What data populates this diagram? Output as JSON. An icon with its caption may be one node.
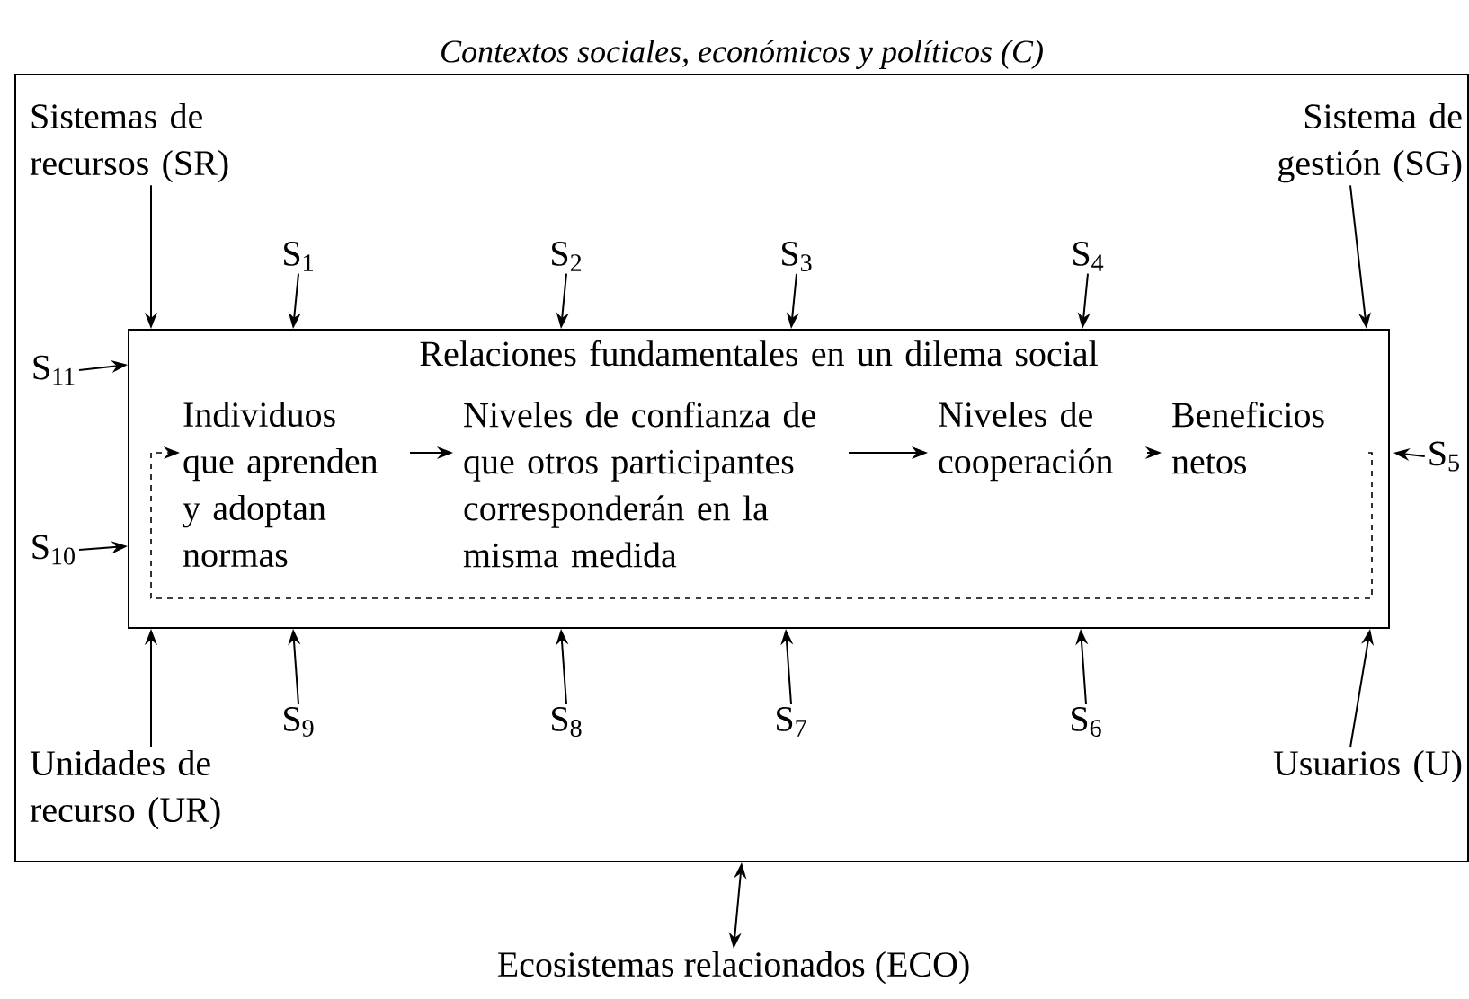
{
  "diagram": {
    "nodes": [
      {
        "text": [
          "Contextos sociales, económicos y políticos (C)"
        ]
      },
      {
        "text": [
          "Sistemas de recursos (SR)"
        ],
        "in": 0
      },
      {
        "text": [
          "Sistema de gestión (SG)"
        ],
        "in": 0
      },
      {
        "text": [
          "Relaciones fundamentales en un dilema social"
        ],
        "in": 0
      },
      {
        "text": [
          "Individuos que aprenden y adoptan normas"
        ],
        "in": 3
      },
      {
        "text": [
          "Niveles de confianza de que otros participantes corresponderán en la misma medida"
        ],
        "in": 3
      },
      {
        "text": [
          "Niveles de cooperación"
        ],
        "in": 3
      },
      {
        "text": [
          "Beneficios netos"
        ],
        "in": 3
      },
      {
        "text": [
          "S$_{1}$"
        ],
        "in": 0
      },
      {
        "text": [
          "S$_{2}$"
        ],
        "in": 0
      },
      {
        "text": [
          "S$_{3}$"
        ],
        "in": 0
      },
      {
        "text": [
          "S$_{4}$"
        ],
        "in": 0
      },
      {
        "text": [
          "S$_{11}$"
        ],
        "in": 0
      },
      {
        "text": [
          "S$_{5}$"
        ],
        "in": 0
      },
      {
        "text": [
          "S$_{10}$"
        ],
        "in": 0
      },
      {
        "text": [
          "S$_{9}$"
        ],
        "in": 0
      },
      {
        "text": [
          "S$_{8}$"
        ],
        "in": 0
      },
      {
        "text": [
          "S$_{7}$"
        ],
        "in": 0
      },
      {
        "text": [
          "S$_{6}$"
        ],
        "in": 0
      },
      {
        "text": [
          "Unidades de recurso (UR)"
        ],
        "in": 0
      },
      {
        "text": [
          "Usuarios (U)"
        ],
        "in": 0
      },
      {
        "text": [
          "Ecosistemas relacionados (ECO)"
        ]
      }
    ],
    "edges": [
      {
        "from": 1,
        "to": 3,
        "arrow": "to"
      },
      {
        "from": 2,
        "to": 3,
        "arrow": "to"
      },
      {
        "from": 8,
        "to": 3,
        "arrow": "to"
      },
      {
        "from": 9,
        "to": 3,
        "arrow": "to"
      },
      {
        "from": 10,
        "to": 3,
        "arrow": "to"
      },
      {
        "from": 11,
        "to": 3,
        "arrow": "to"
      },
      {
        "from": 12,
        "to": 3,
        "arrow": "to"
      },
      {
        "from": 13,
        "to": 3,
        "arrow": "to"
      },
      {
        "from": 14,
        "to": 3,
        "arrow": "to"
      },
      {
        "from": 15,
        "to": 3,
        "arrow": "to"
      },
      {
        "from": 16,
        "to": 3,
        "arrow": "to"
      },
      {
        "from": 17,
        "to": 3,
        "arrow": "to"
      },
      {
        "from": 18,
        "to": 3,
        "arrow": "to"
      },
      {
        "from": 19,
        "to": 3,
        "arrow": "to"
      },
      {
        "from": 20,
        "to": 3,
        "arrow": "to"
      },
      {
        "from": 4,
        "to": 5,
        "arrow": "to"
      },
      {
        "from": 5,
        "to": 6,
        "arrow": "to"
      },
      {
        "from": 6,
        "to": 7,
        "arrow": "to"
      },
      {
        "from": 7,
        "to": 4,
        "arrow": "to",
        "style": "dashed"
      },
      {
        "from": 21,
        "to": 0,
        "arrow": "both"
      }
    ]
  }
}
